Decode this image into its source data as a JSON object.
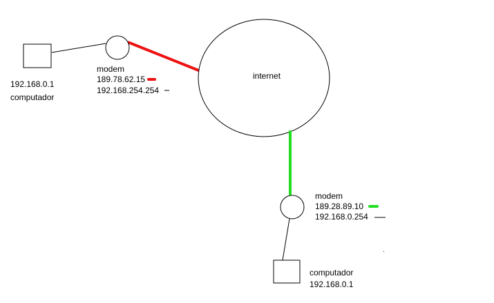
{
  "nodes": {
    "computer_left": {
      "ip": "192.168.0.1",
      "name": "computador"
    },
    "modem_left": {
      "name": "modem",
      "public_ip": "189.78.62.15",
      "local_ip": "192.168.254.254"
    },
    "internet": {
      "name": "internet"
    },
    "modem_right": {
      "name": "modem",
      "public_ip": "189.28.89.10",
      "local_ip": "192.168.0.254"
    },
    "computer_right": {
      "name": "computador",
      "ip": "192.168.0.1"
    }
  },
  "colors": {
    "public_link_left": "#ee1111",
    "public_link_right": "#22dd22",
    "stroke": "#000000"
  }
}
